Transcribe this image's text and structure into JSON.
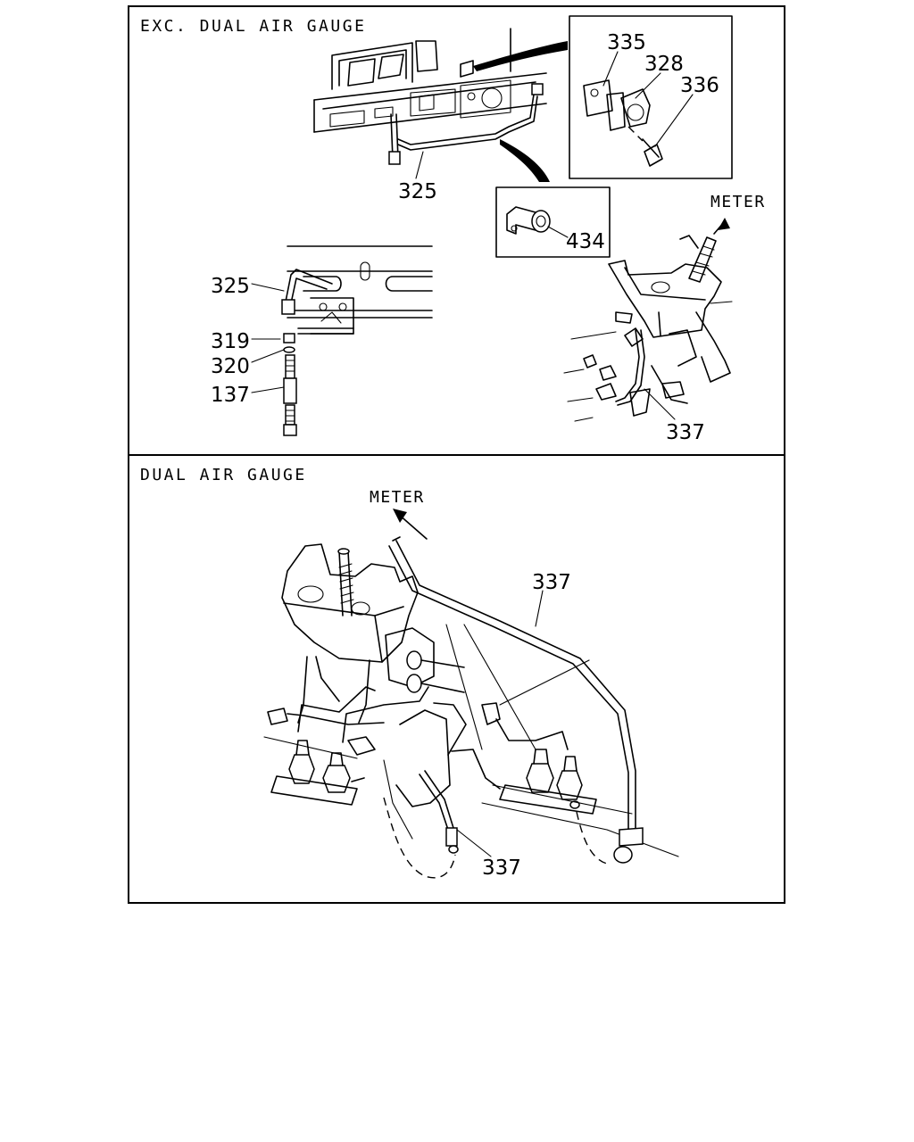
{
  "panels": {
    "top": {
      "title": "EXC. DUAL AIR GAUGE",
      "direction_label": "METER",
      "callouts": {
        "p325a": "325",
        "p335": "335",
        "p328": "328",
        "p336": "336",
        "p434": "434",
        "p325b": "325",
        "p319": "319",
        "p320": "320",
        "p137": "137",
        "p337": "337"
      }
    },
    "bottom": {
      "title": "DUAL AIR GAUGE",
      "direction_label": "METER",
      "callouts": {
        "p337a": "337",
        "p337b": "337"
      }
    }
  }
}
